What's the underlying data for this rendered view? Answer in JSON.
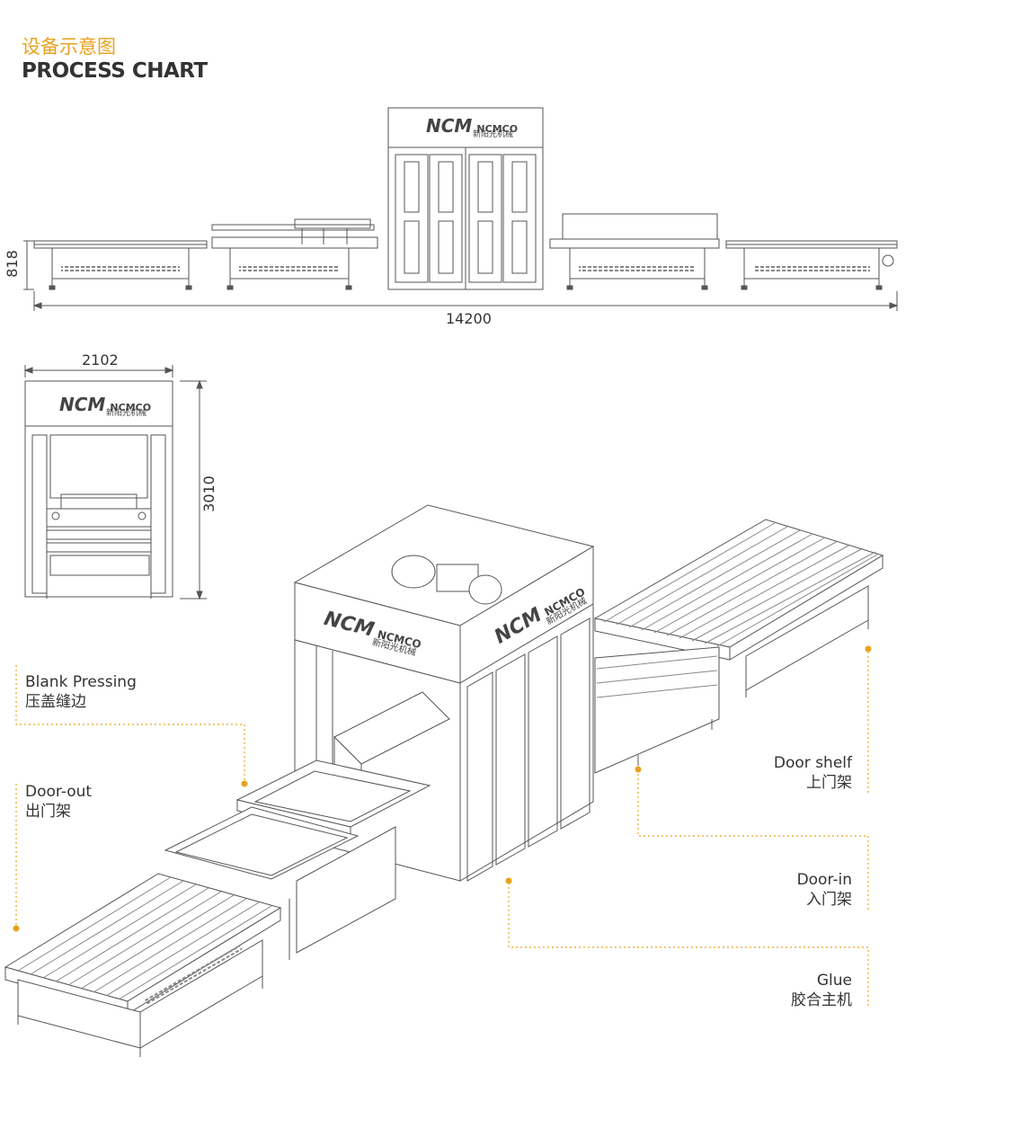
{
  "header": {
    "title_cn": "设备示意图",
    "title_en": "PROCESS CHART"
  },
  "dimensions": {
    "side_height": "818",
    "side_length": "14200",
    "front_width": "2102",
    "front_height": "3010"
  },
  "brand": {
    "logo": "NCM",
    "name": "NCMCO",
    "name_cn": "新阳光机械"
  },
  "callouts": [
    {
      "en": "Blank Pressing",
      "cn": "压盖缝边"
    },
    {
      "en": "Door-out",
      "cn": "出门架"
    },
    {
      "en": "Door shelf",
      "cn": "上门架"
    },
    {
      "en": "Door-in",
      "cn": "入门架"
    },
    {
      "en": "Glue",
      "cn": "胶合主机"
    }
  ],
  "colors": {
    "accent": "#e8a21f",
    "line": "#555555",
    "text": "#333333"
  }
}
